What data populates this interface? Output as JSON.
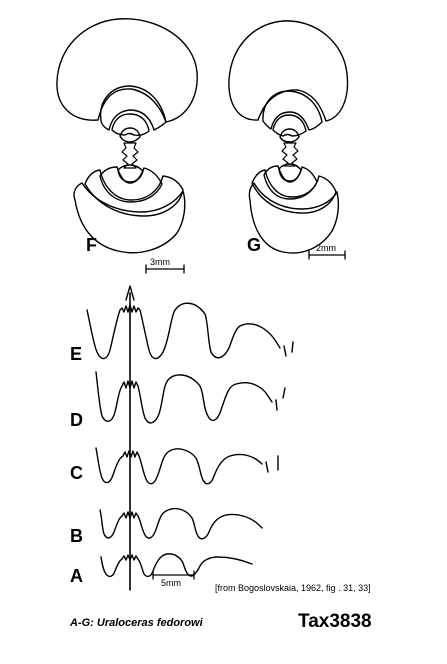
{
  "panels": {
    "F": "F",
    "G": "G",
    "E": "E",
    "D": "D",
    "C": "C",
    "B": "B",
    "A": "A"
  },
  "scales": {
    "f": "3mm",
    "g": "2mm",
    "sutures": "5mm"
  },
  "source": "[from Bogoslovskaia, 1962, fig . 31, 33]",
  "caption": {
    "prefix": "A-G:",
    "taxon": "Uraloceras fedorowi"
  },
  "tax_id": "Tax3838",
  "colors": {
    "line": "#000000",
    "background": "#ffffff"
  }
}
